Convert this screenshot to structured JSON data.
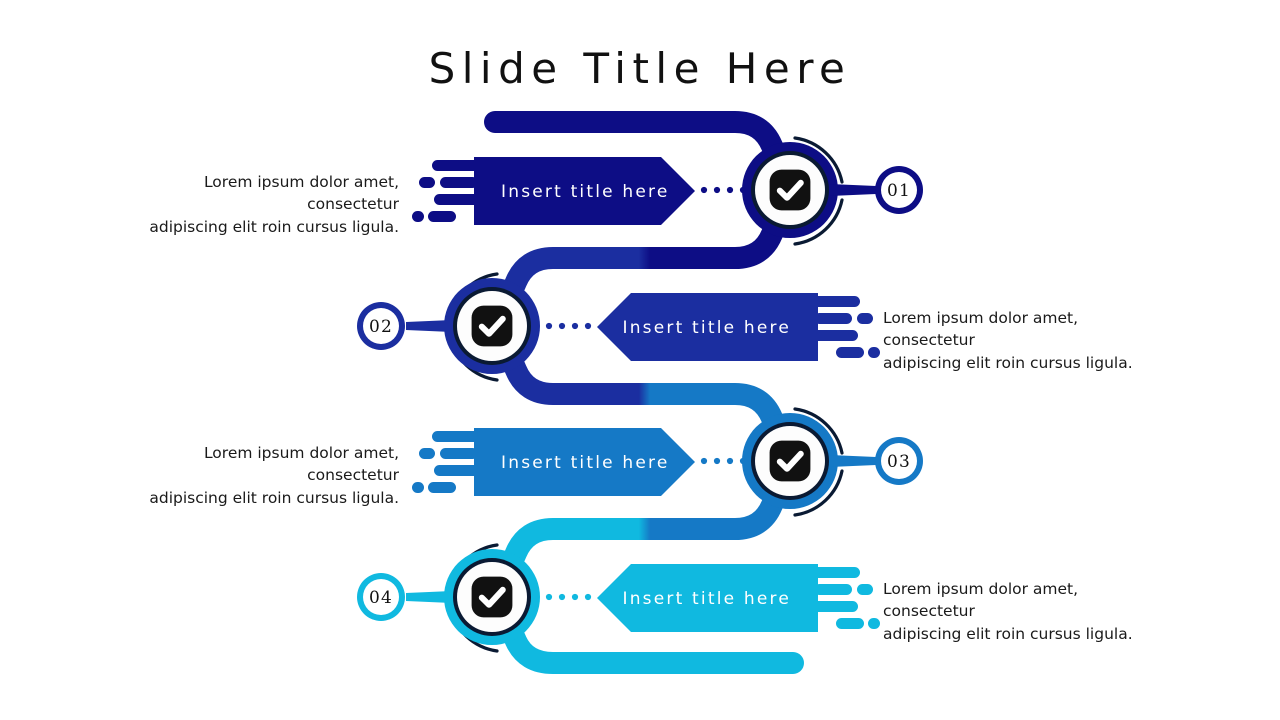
{
  "slide": {
    "title": "Slide Title Here",
    "background": "#ffffff"
  },
  "palette": {
    "row1": "#0D0D85",
    "row2": "#1B2EA0",
    "row3": "#1579C6",
    "row4": "#10B9E0",
    "dark_arc": "#0A1A33",
    "badge_fill": "#111111",
    "check_color": "#ffffff",
    "text_color": "#1a1a1a",
    "banner_text": "#ffffff"
  },
  "rows": [
    {
      "number": "01",
      "side": "left",
      "color": "#0D0D85",
      "banner_label": "Insert title here",
      "description": "Lorem ipsum dolor amet, consectetur\nadipiscing elit roin cursus ligula.",
      "icon": "check-badge-icon",
      "connector": "dotted-connector"
    },
    {
      "number": "02",
      "side": "right",
      "color": "#1B2EA0",
      "banner_label": "Insert title here",
      "description": "Lorem ipsum dolor amet, consectetur\nadipiscing elit roin cursus ligula.",
      "icon": "check-badge-icon",
      "connector": "dotted-connector"
    },
    {
      "number": "03",
      "side": "left",
      "color": "#1579C6",
      "banner_label": "Insert title here",
      "description": "Lorem ipsum dolor amet, consectetur\nadipiscing elit roin cursus ligula.",
      "icon": "check-badge-icon",
      "connector": "dotted-connector"
    },
    {
      "number": "04",
      "side": "right",
      "color": "#10B9E0",
      "banner_label": "Insert title here",
      "description": "Lorem ipsum dolor amet, consectetur\nadipiscing elit roin cursus ligula.",
      "icon": "check-badge-icon",
      "connector": "dotted-connector"
    }
  ]
}
